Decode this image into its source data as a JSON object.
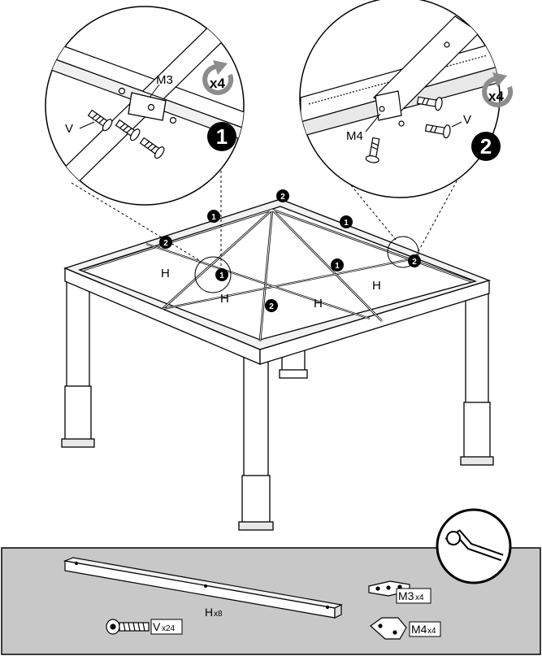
{
  "step_markers": {
    "one": "1",
    "two": "2"
  },
  "detail_1": {
    "bracket_label": "M3",
    "screw_label": "V",
    "repeat_label": "x4"
  },
  "detail_2": {
    "bracket_label": "M4",
    "screw_label": "V",
    "repeat_label": "x4"
  },
  "gazebo": {
    "beam_label": "H"
  },
  "parts": {
    "beam": {
      "letter": "H",
      "qty": "x8"
    },
    "screw": {
      "letter": "V",
      "qty": "x24"
    },
    "bracket_m3": {
      "letter": "M3",
      "qty": "x4"
    },
    "bracket_m4": {
      "letter": "M4",
      "qty": "x4"
    }
  },
  "colors": {
    "panel_bg": "#c8c8c8",
    "ink": "#000000",
    "rotate_arrow": "#8c8c8c"
  }
}
